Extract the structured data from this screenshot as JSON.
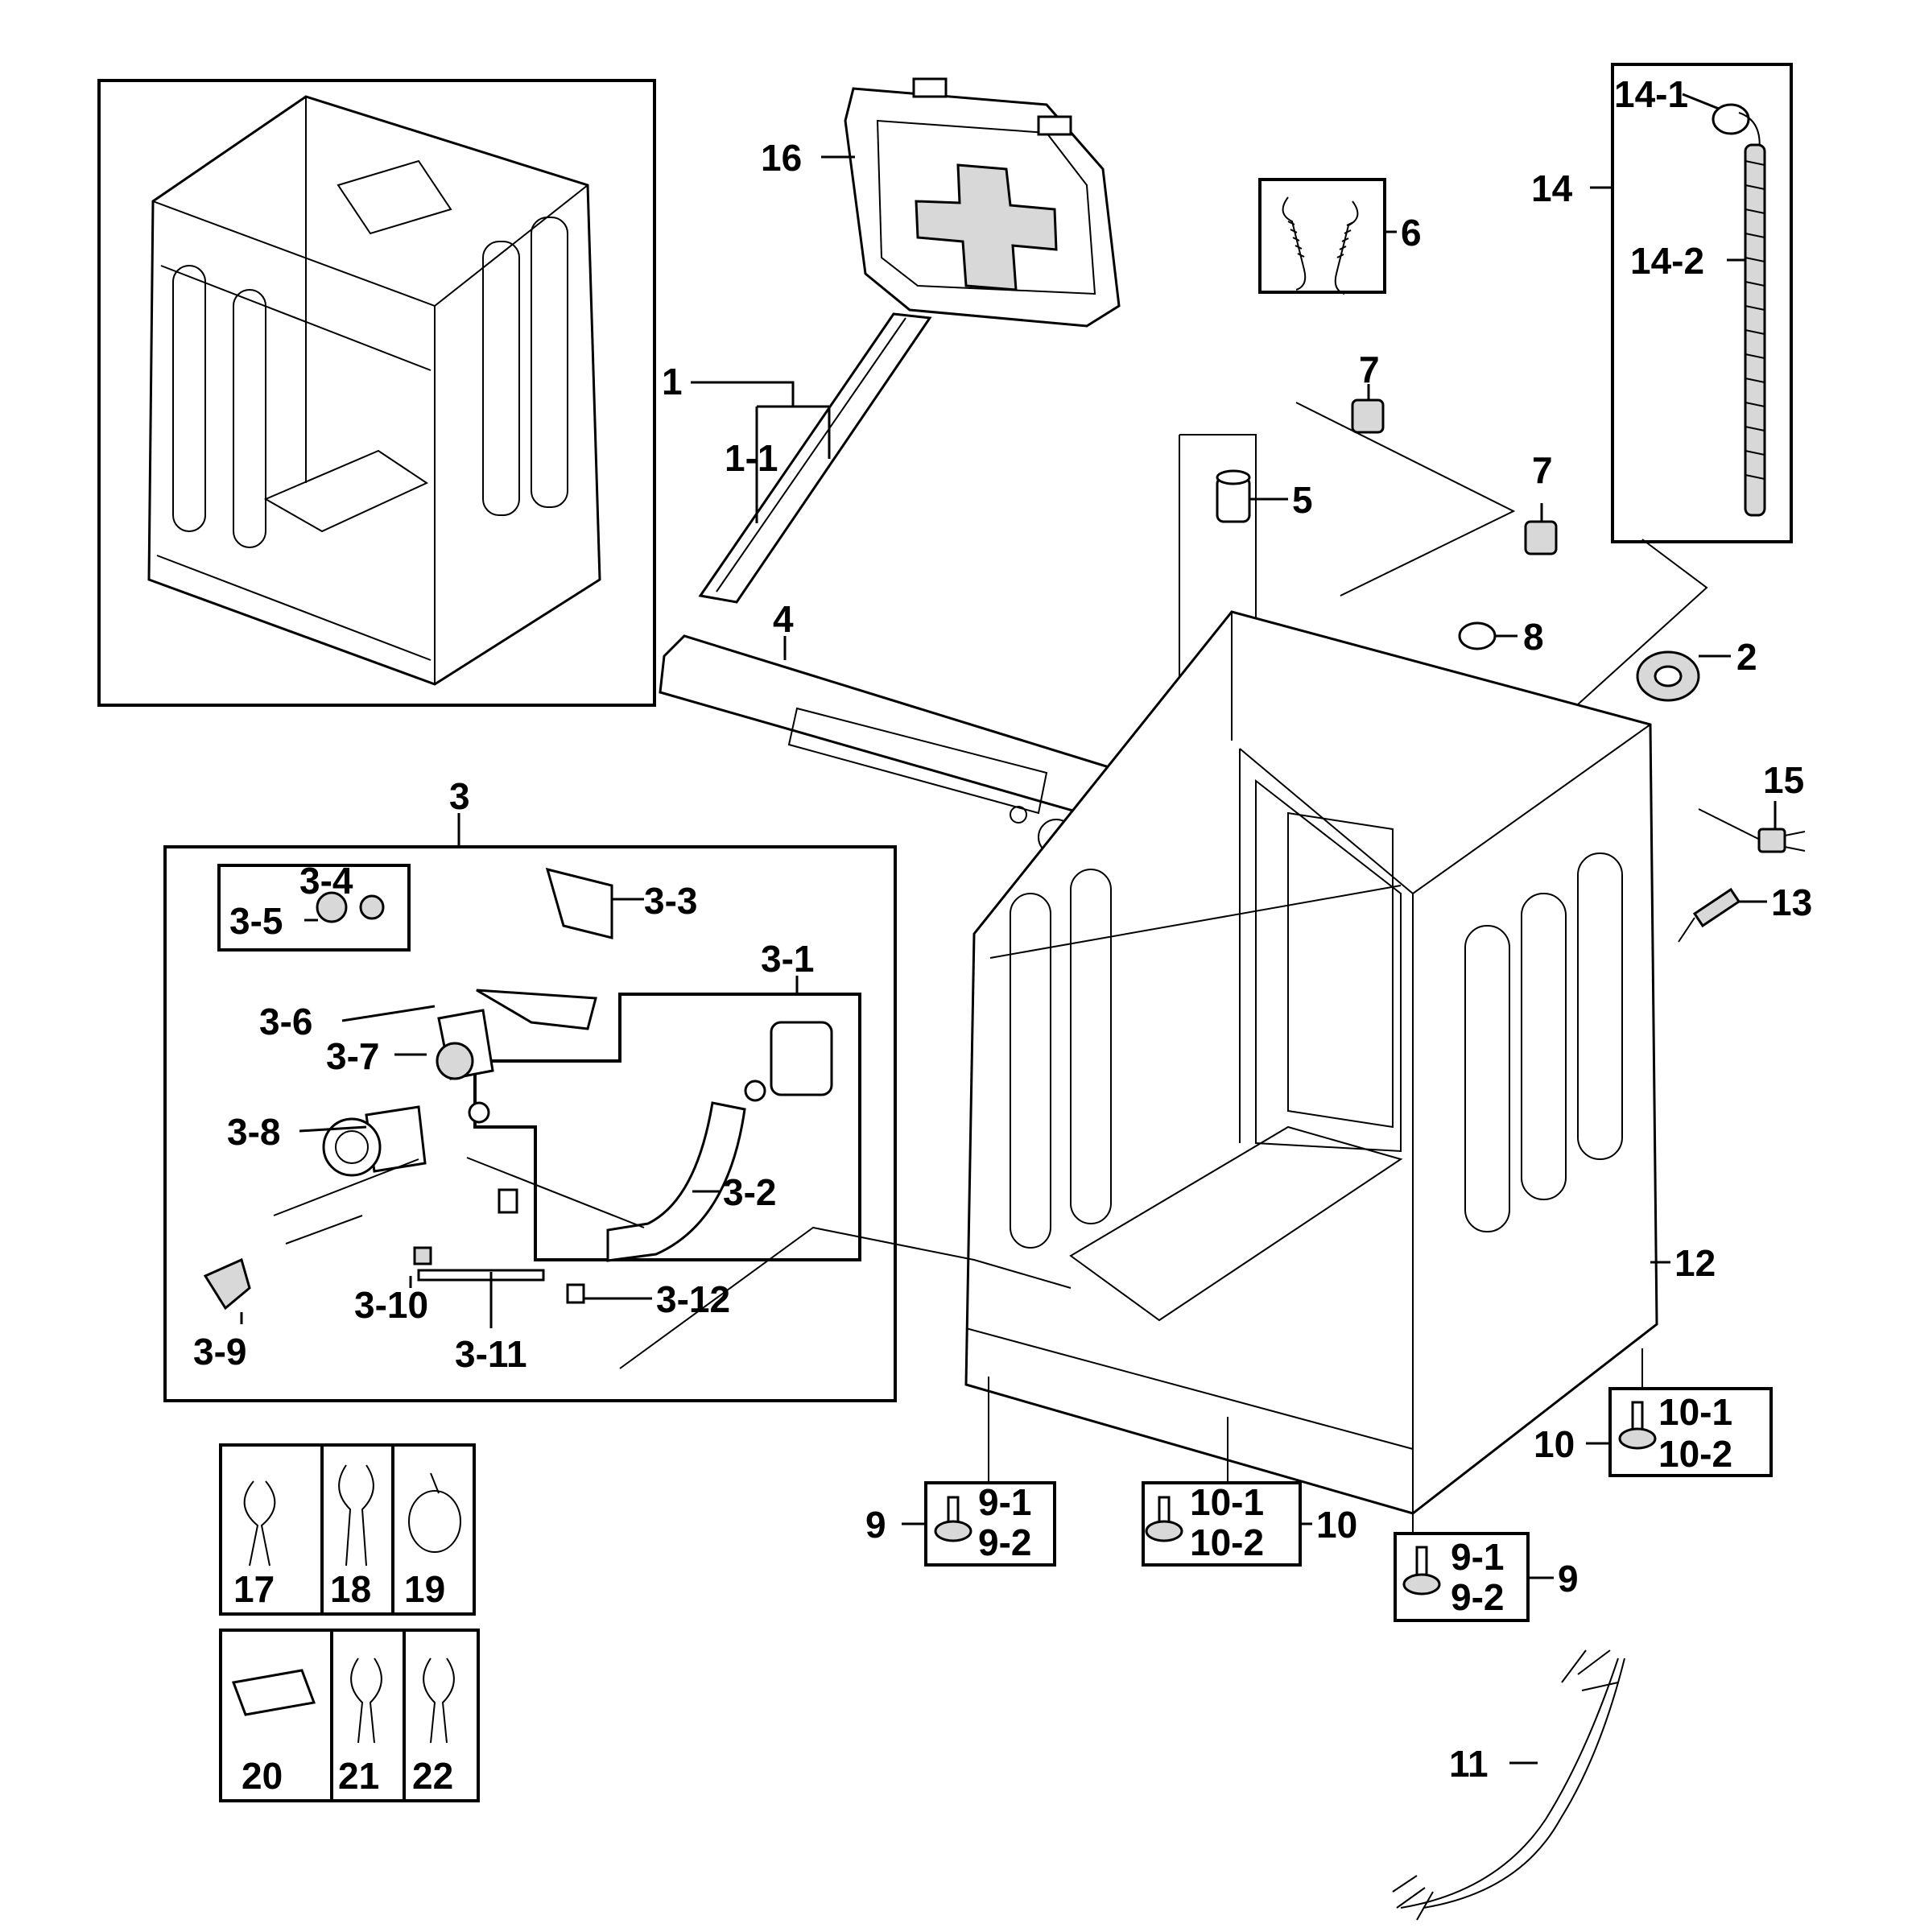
{
  "callouts": {
    "c1": "1",
    "c1_1": "1-1",
    "c2": "2",
    "c3": "3",
    "c3_1": "3-1",
    "c3_2": "3-2",
    "c3_3": "3-3",
    "c3_4": "3-4",
    "c3_5": "3-5",
    "c3_6": "3-6",
    "c3_7": "3-7",
    "c3_8": "3-8",
    "c3_9": "3-9",
    "c3_10": "3-10",
    "c3_11": "3-11",
    "c3_12": "3-12",
    "c4": "4",
    "c5": "5",
    "c6": "6",
    "c7a": "7",
    "c7b": "7",
    "c8": "8",
    "c9a": "9",
    "c9a_1": "9-1",
    "c9a_2": "9-2",
    "c9b": "9",
    "c9b_1": "9-1",
    "c9b_2": "9-2",
    "c10a": "10",
    "c10a_1": "10-1",
    "c10a_2": "10-2",
    "c10b": "10",
    "c10b_1": "10-1",
    "c10b_2": "10-2",
    "c11": "11",
    "c12": "12",
    "c13": "13",
    "c14": "14",
    "c14_1": "14-1",
    "c14_2": "14-2",
    "c15": "15",
    "c16": "16",
    "c17": "17",
    "c18": "18",
    "c19": "19",
    "c20": "20",
    "c21": "21",
    "c22": "22"
  }
}
